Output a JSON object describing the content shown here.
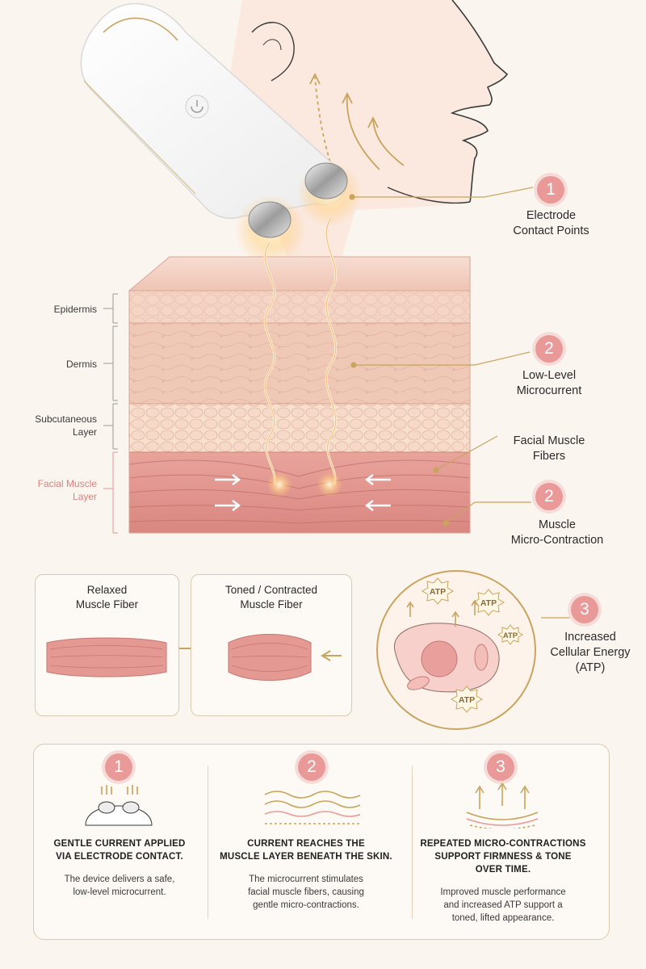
{
  "callouts": {
    "c1": {
      "badge": "1",
      "label_line1": "Electrode",
      "label_line2": "Contact Points"
    },
    "c2": {
      "badge": "2",
      "label_line1": "Low-Level",
      "label_line2": "Microcurrent"
    },
    "c3": {
      "label_line1": "Facial Muscle",
      "label_line2": "Fibers"
    },
    "c4": {
      "badge": "2",
      "label_line1": "Muscle",
      "label_line2": "Micro-Contraction"
    },
    "c5": {
      "badge": "3",
      "label_line1": "Increased",
      "label_line2": "Cellular Energy",
      "label_line3": "(ATP)"
    }
  },
  "skin_layers": {
    "epidermis": "Epidermis",
    "dermis": "Dermis",
    "subcutaneous_line1": "Subcutaneous",
    "subcutaneous_line2": "Layer",
    "muscle_line1": "Facial Muscle",
    "muscle_line2": "Layer"
  },
  "fiber_boxes": {
    "relaxed_line1": "Relaxed",
    "relaxed_line2": "Muscle Fiber",
    "toned_line1": "Toned / Contracted",
    "toned_line2": "Muscle Fiber"
  },
  "atp_label": "ATP",
  "steps": [
    {
      "number": "1",
      "title_line1": "GENTLE CURRENT APPLIED",
      "title_line2": "VIA ELECTRODE CONTACT.",
      "text_line1": "The device delivers a safe,",
      "text_line2": "low-level microcurrent.",
      "text_line3": ""
    },
    {
      "number": "2",
      "title_line1": "CURRENT REACHES THE",
      "title_line2": "MUSCLE LAYER BENEATH THE SKIN.",
      "text_line1": "The microcurrent stimulates",
      "text_line2": "facial muscle fibers, causing",
      "text_line3": "gentle micro-contractions."
    },
    {
      "number": "3",
      "title_line1": "REPEATED MICRO-CONTRACTIONS",
      "title_line2": "SUPPORT FIRMNESS & TONE",
      "title_line3": "OVER TIME.",
      "text_line1": "Improved muscle performance",
      "text_line2": "and increased ATP support a",
      "text_line3": "toned, lifted appearance."
    }
  ],
  "colors": {
    "accent_pink": "#e99a98",
    "gold": "#c9a45c",
    "muscle": "#dd8f89",
    "skin_top": "#f4d3c6",
    "background": "#fbf5ef"
  },
  "icons": [
    "power-icon",
    "lift-arrow-icon",
    "right-arrow-icon",
    "left-arrow-icon"
  ]
}
